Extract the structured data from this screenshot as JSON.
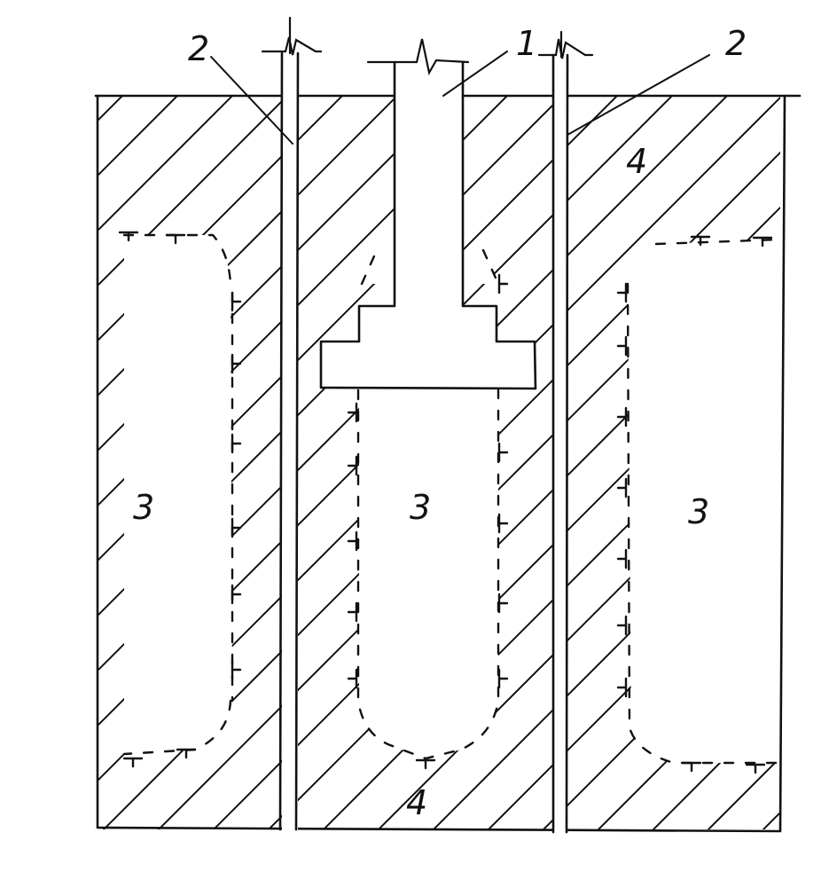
{
  "labels": {
    "footing": "1",
    "pile_left": "2",
    "pile_right": "2",
    "zone_left": "3",
    "zone_center": "3",
    "zone_right": "3",
    "soil_top": "4",
    "soil_bottom": "4"
  },
  "colors": {
    "ink": "#111111",
    "paper": "#ffffff"
  }
}
